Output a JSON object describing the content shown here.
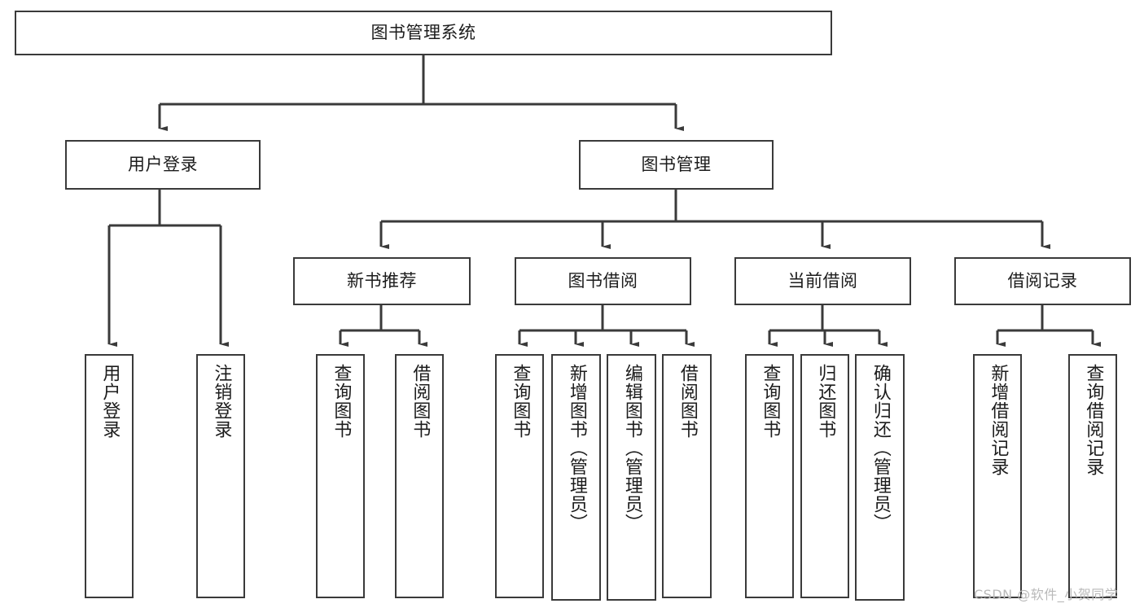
{
  "diagram": {
    "title": "图书管理系统",
    "type": "tree-hierarchy-chart",
    "colors": {
      "stroke": "#3a3a3a",
      "fill": "#ffffff",
      "text": "#1c1c1c",
      "watermark": "#b9b9b9",
      "background": "#ffffff"
    },
    "root": {
      "label": "图书管理系统"
    },
    "level2": [
      {
        "label": "用户登录"
      },
      {
        "label": "图书管理"
      }
    ],
    "level3": [
      {
        "label": "新书推荐"
      },
      {
        "label": "图书借阅"
      },
      {
        "label": "当前借阅"
      },
      {
        "label": "借阅记录"
      }
    ],
    "leaves_user_login": [
      {
        "label": "用户登录"
      },
      {
        "label": "注销登录"
      }
    ],
    "leaves_new_book": [
      {
        "label": "查询图书"
      },
      {
        "label": "借阅图书"
      }
    ],
    "leaves_borrow": [
      {
        "label": "查询图书"
      },
      {
        "label": "新增图书（管理员）"
      },
      {
        "label": "编辑图书（管理员）"
      },
      {
        "label": "借阅图书"
      }
    ],
    "leaves_current": [
      {
        "label": "查询图书"
      },
      {
        "label": "归还图书"
      },
      {
        "label": "确认归还（管理员）"
      }
    ],
    "leaves_record": [
      {
        "label": "新增借阅记录"
      },
      {
        "label": "查询借阅记录"
      }
    ]
  },
  "watermark": {
    "text": "CSDN @软件_小贺同学"
  }
}
